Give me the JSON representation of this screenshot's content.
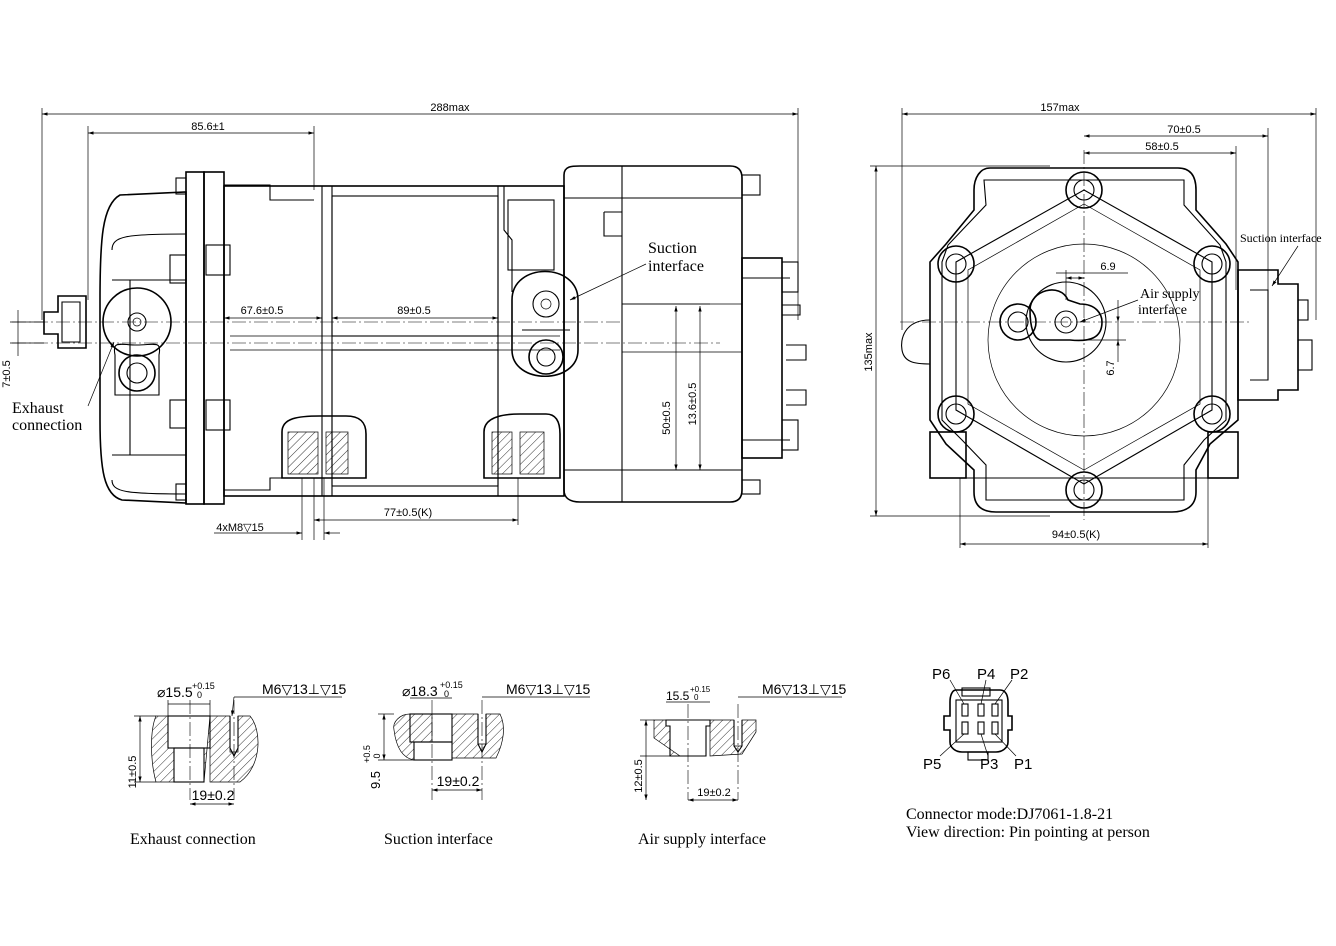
{
  "side_view": {
    "dims": {
      "overall_length": "288max",
      "d_85": "85.6±1",
      "d_67": "67.6±0.5",
      "d_89": "89±0.5",
      "d_7": "7±0.5",
      "d_77": "77±0.5(K)",
      "thread": "4xM8▽15",
      "d_50": "50±0.5",
      "d_13": "13.6±0.5"
    },
    "labels": {
      "suction_1": "Suction",
      "suction_2": "interface",
      "exhaust_1": "Exhaust",
      "exhaust_2": "connection"
    }
  },
  "end_view": {
    "dims": {
      "width": "157max",
      "d_70": "70±0.5",
      "d_58": "58±0.5",
      "d_69": "6.9",
      "d_67": "6.7",
      "height": "135max",
      "d_94": "94±0.5(K)"
    },
    "labels": {
      "suction": "Suction interface",
      "air_1": "Air supply",
      "air_2": "interface"
    }
  },
  "details": {
    "exhaust": {
      "dia": "⌀15.5",
      "tol_up": "+0.15",
      "tol_dn": "0",
      "thread": "M6▽13⊥▽15",
      "depth": "11±0.5",
      "pitch": "19±0.2",
      "caption": "Exhaust connection"
    },
    "suction": {
      "dia": "⌀18.3",
      "tol_up": "+0.15",
      "tol_dn": "0",
      "thread": "M6▽13⊥▽15",
      "depth": "9.5",
      "depth_up": "+0.5",
      "depth_dn": "0",
      "pitch": "19±0.2",
      "caption": "Suction interface"
    },
    "air": {
      "dia": "15.5",
      "tol_up": "+0.15",
      "tol_dn": "0",
      "thread": "M6▽13⊥▽15",
      "depth": "12±0.5",
      "pitch": "19±0.2",
      "caption": "Air supply interface"
    }
  },
  "connector": {
    "pins": {
      "p1": "P1",
      "p2": "P2",
      "p3": "P3",
      "p4": "P4",
      "p5": "P5",
      "p6": "P6"
    },
    "mode": "Connector mode:DJ7061-1.8-21",
    "view": "View direction: Pin pointing at person"
  }
}
